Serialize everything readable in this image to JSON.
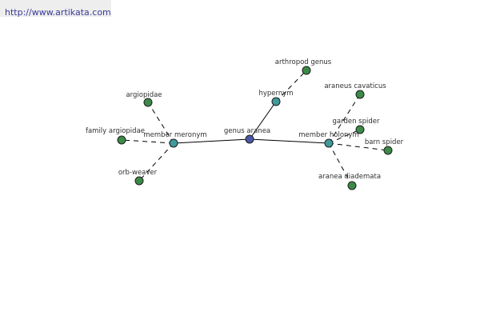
{
  "header": {
    "url_text": "http://www.artikata.com"
  },
  "colors": {
    "link": "#3a3a9a",
    "edge": "#000000",
    "node_stroke": "#1e1e1e",
    "center_node": "#4a58a6",
    "relation_node": "#3f9a9c",
    "leaf_node": "#3c8a48"
  },
  "graph": {
    "center": {
      "id": "genus-aranea",
      "label": "genus aranea",
      "kind": "center"
    },
    "relations": [
      {
        "id": "member-meronym",
        "label": "member meronym",
        "kind": "relation"
      },
      {
        "id": "hypernym",
        "label": "hypernym",
        "kind": "relation"
      },
      {
        "id": "member-holonym",
        "label": "member holonym",
        "kind": "relation"
      }
    ],
    "leaves": [
      {
        "id": "argiopidae",
        "label": "argiopidae",
        "relation": "member-meronym"
      },
      {
        "id": "family-argiopidae",
        "label": "family argiopidae",
        "relation": "member-meronym"
      },
      {
        "id": "orb-weaver",
        "label": "orb-weaver",
        "relation": "member-meronym"
      },
      {
        "id": "arthropod-genus",
        "label": "arthropod genus",
        "relation": "hypernym"
      },
      {
        "id": "araneus-cavaticus",
        "label": "araneus cavaticus",
        "relation": "member-holonym"
      },
      {
        "id": "garden-spider",
        "label": "garden spider",
        "relation": "member-holonym"
      },
      {
        "id": "barn-spider",
        "label": "barn spider",
        "relation": "member-holonym"
      },
      {
        "id": "aranea-diademata",
        "label": "aranea diademata",
        "relation": "member-holonym"
      }
    ]
  }
}
